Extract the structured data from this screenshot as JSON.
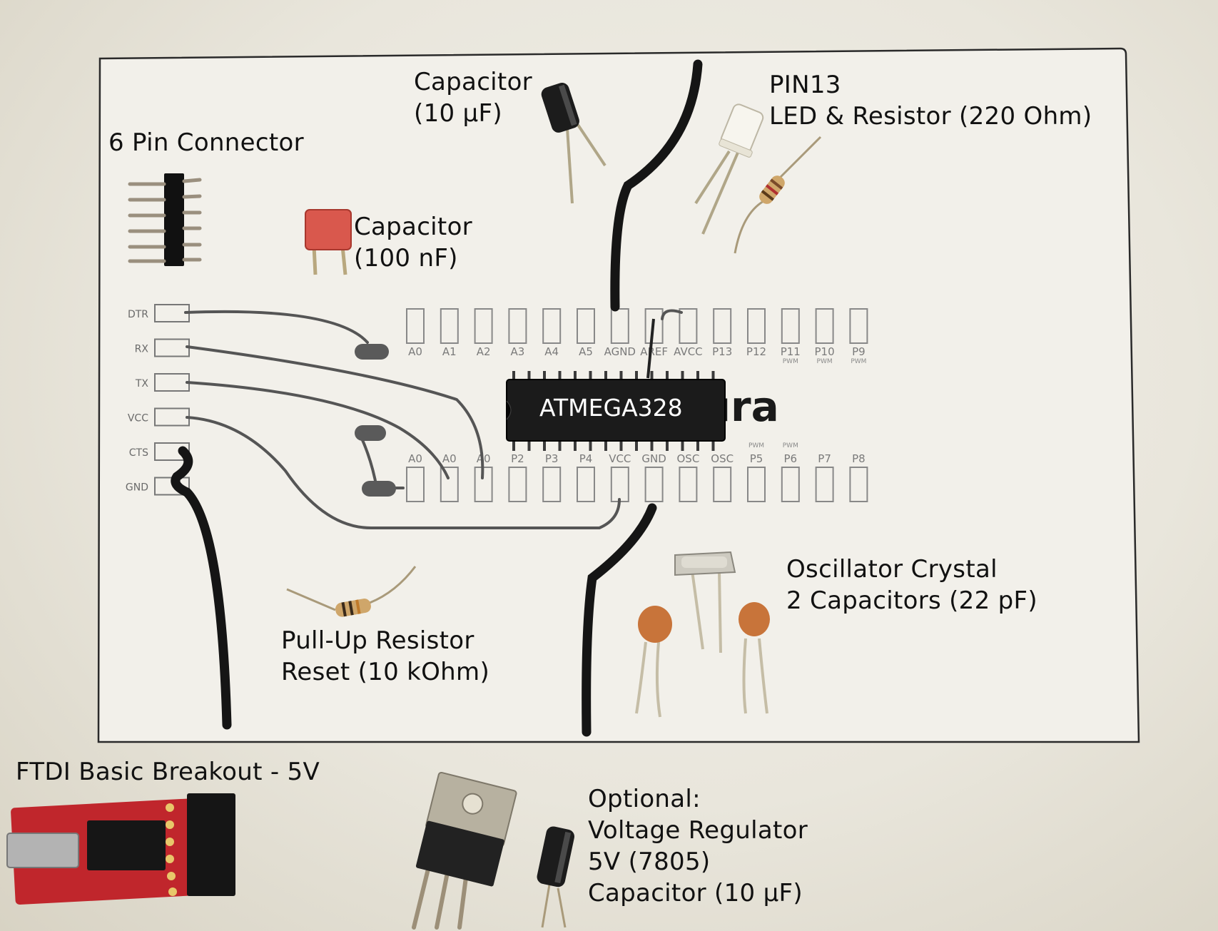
{
  "labels": {
    "six_pin": "6 Pin Connector",
    "cap_10uf_line1": "Capacitor",
    "cap_10uf_line2": "(10 µF)",
    "cap_100nf_line1": "Capacitor",
    "cap_100nf_line2": "(100 nF)",
    "pin13_line1": "PIN13",
    "pin13_line2": "LED & Resistor (220 Ohm)",
    "chip": "ATMEGA328",
    "osc_line1": "Oscillator Crystal",
    "osc_line2": "2 Capacitors (22 pF)",
    "pullup_line1": "Pull-Up Resistor",
    "pullup_line2": "Reset (10 kOhm)",
    "ftdi": "FTDI Basic Breakout - 5V",
    "opt_line1": "Optional:",
    "opt_line2": "Voltage Regulator",
    "opt_line3": "5V (7805)",
    "opt_line4": "Capacitor (10 µF)"
  },
  "ftdi_pads": [
    "DTR",
    "RX",
    "TX",
    "VCC",
    "CTS",
    "GND"
  ],
  "top_pins": [
    {
      "name": "A0",
      "sub": ""
    },
    {
      "name": "A1",
      "sub": ""
    },
    {
      "name": "A2",
      "sub": ""
    },
    {
      "name": "A3",
      "sub": ""
    },
    {
      "name": "A4",
      "sub": ""
    },
    {
      "name": "A5",
      "sub": ""
    },
    {
      "name": "AGND",
      "sub": ""
    },
    {
      "name": "AREF",
      "sub": ""
    },
    {
      "name": "AVCC",
      "sub": ""
    },
    {
      "name": "P13",
      "sub": ""
    },
    {
      "name": "P12",
      "sub": ""
    },
    {
      "name": "P11",
      "sub": "PWM"
    },
    {
      "name": "P10",
      "sub": "PWM"
    },
    {
      "name": "P9",
      "sub": "PWM"
    }
  ],
  "bottom_pins": [
    {
      "name": "A0",
      "sub": ""
    },
    {
      "name": "A0",
      "sub": ""
    },
    {
      "name": "A0",
      "sub": ""
    },
    {
      "name": "P2",
      "sub": ""
    },
    {
      "name": "P3",
      "sub": ""
    },
    {
      "name": "P4",
      "sub": ""
    },
    {
      "name": "VCC",
      "sub": ""
    },
    {
      "name": "GND",
      "sub": ""
    },
    {
      "name": "OSC",
      "sub": ""
    },
    {
      "name": "OSC",
      "sub": ""
    },
    {
      "name": "P5",
      "sub": "PWM"
    },
    {
      "name": "P6",
      "sub": "PWM"
    },
    {
      "name": "P7",
      "sub": ""
    },
    {
      "name": "P8",
      "sub": ""
    }
  ],
  "logo_fragment": "tura",
  "colors": {
    "paper": "#efede6",
    "ink": "#1a1a1a",
    "cap_100nf": "#d9584d",
    "ftdi_board": "#c0262c",
    "ceramic_cap": "#c8743a"
  }
}
